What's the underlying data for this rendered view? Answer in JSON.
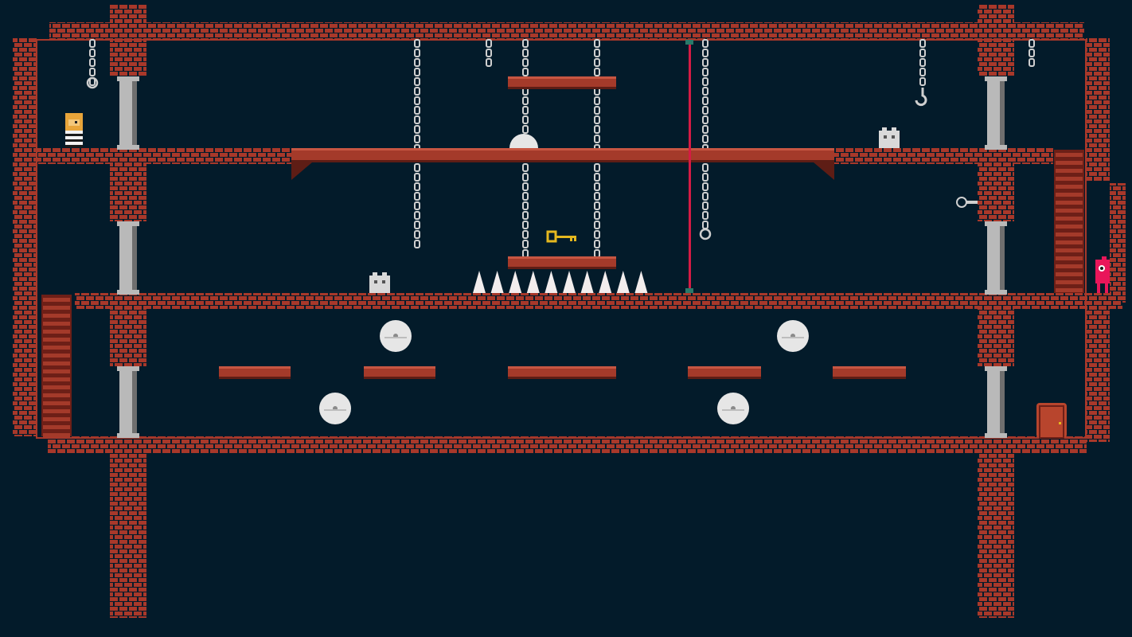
{
  "game": {
    "screen": "castle-dungeon-level",
    "hud_text": ""
  },
  "palette": {
    "background": "#031b2a",
    "brick": "#a8382a",
    "brick_dark": "#6d1f17",
    "mortar": "#031b2a",
    "plank": "#a43a2a",
    "plank_light": "#c75642",
    "plank_dark": "#5e1d15",
    "pipe": "#b9b9b9",
    "pipe_dark": "#6f6f6f",
    "chain": "#cfcfcf",
    "saw": "#e6e6e6",
    "spike": "#f2eded",
    "key": "#e5b81f",
    "laser": "#d51b44",
    "player_hair": "#e8a53a",
    "enemy": "#e9165a",
    "door": "#b8452d"
  },
  "sprites": {
    "player": "prisoner-player",
    "enemy": "pink-guard-enemy",
    "key": "golden-key-pickup",
    "ghosts": [
      "stone-ghost-enemy",
      "stone-ghost-enemy"
    ],
    "saws": [
      "saw-blade-hazard",
      "saw-blade-hazard",
      "saw-blade-hazard",
      "saw-blade-hazard"
    ],
    "door": "exit-door",
    "spikes": "spike-row-hazard",
    "spike_count": 10,
    "laser": "laser-barrier"
  }
}
